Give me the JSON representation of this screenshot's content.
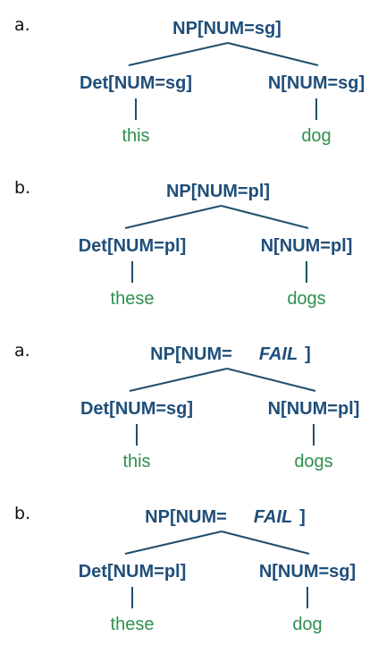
{
  "trees": [
    {
      "label": "a.",
      "root": {
        "prefix": "NP[NUM=sg]",
        "fail": "",
        "suffix": ""
      },
      "left": {
        "category": "Det[NUM=sg]",
        "word": "this"
      },
      "right": {
        "category": "N[NUM=sg]",
        "word": "dog"
      }
    },
    {
      "label": "b.",
      "root": {
        "prefix": "NP[NUM=pl]",
        "fail": "",
        "suffix": ""
      },
      "left": {
        "category": "Det[NUM=pl]",
        "word": "these"
      },
      "right": {
        "category": "N[NUM=pl]",
        "word": "dogs"
      }
    },
    {
      "label": "a.",
      "root": {
        "prefix": "NP[NUM=",
        "fail": "FAIL",
        "suffix": "]"
      },
      "left": {
        "category": "Det[NUM=sg]",
        "word": "this"
      },
      "right": {
        "category": "N[NUM=pl]",
        "word": "dogs"
      }
    },
    {
      "label": "b.",
      "root": {
        "prefix": "NP[NUM=",
        "fail": "FAIL",
        "suffix": "]"
      },
      "left": {
        "category": "Det[NUM=pl]",
        "word": "these"
      },
      "right": {
        "category": "N[NUM=sg]",
        "word": "dog"
      }
    }
  ],
  "colors": {
    "node": "#1f4e7a",
    "leaf": "#2f8f4f",
    "edge": "#1f4e6a",
    "label": "#111111"
  }
}
